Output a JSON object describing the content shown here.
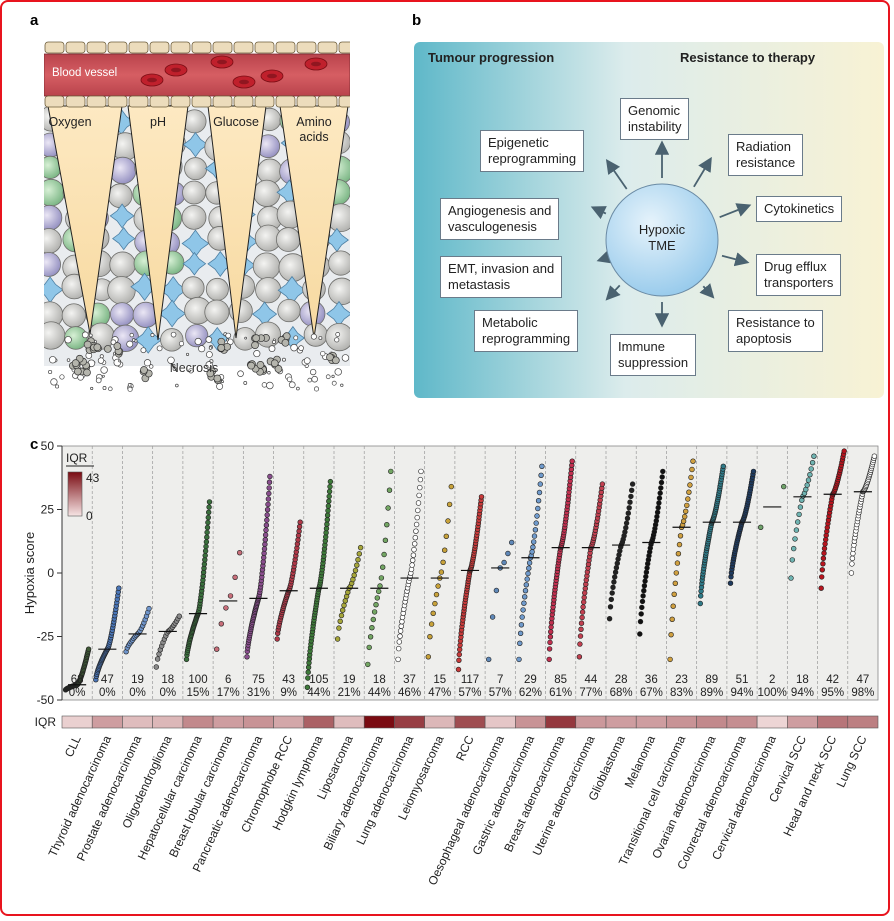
{
  "panels": {
    "a": "a",
    "b": "b",
    "c": "c"
  },
  "panel_a": {
    "vessel_label": "Blood vessel",
    "gradients": [
      "Oxygen",
      "pH",
      "Glucose",
      "Amino\nacids"
    ],
    "necrosis_label": "Necrosis"
  },
  "panel_b": {
    "heading_left": "Tumour progression",
    "heading_right": "Resistance to therapy",
    "center": "Hypoxic\nTME",
    "boxes": [
      "Genomic\ninstability",
      "Epigenetic\nreprogramming",
      "Radiation\nresistance",
      "Angiogenesis and\nvasculogenesis",
      "Cytokinetics",
      "EMT, invasion and\nmetastasis",
      "Drug efflux\ntransporters",
      "Metabolic\nreprogramming",
      "Immune\nsuppression",
      "Resistance to\napoptosis"
    ],
    "colors": {
      "left": "#5fb8c9",
      "right": "#f8f2d4",
      "center": "#8fc6ea"
    }
  },
  "chart_data": {
    "type": "scatter",
    "ylabel": "Hypoxia score",
    "ylim": [
      -50,
      50
    ],
    "yticks": [
      50,
      25,
      0,
      -25,
      -50
    ],
    "iqr_legend": {
      "title": "IQR",
      "max": "43",
      "min": "0",
      "color_low": "#f6e4e4",
      "color_high": "#7a0b12"
    },
    "row_label": "IQR",
    "categories": [
      "CLL",
      "Thyroid adenocarcinoma",
      "Prostate adenocarcinoma",
      "Oligodendroglioma",
      "Hepatocellular carcinoma",
      "Breast lobular carcinoma",
      "Pancreatic adenocarcinoma",
      "Chromophobe RCC",
      "Hodgkin lymphoma",
      "Liposarcoma",
      "Biliary adenocarcinoma",
      "Lung adenocarcinoma",
      "Leiomyosarcoma",
      "RCC",
      "Oesophageal adenocarcinoma",
      "Gastric adenocarcinoma",
      "Breast adenocarcinoma",
      "Uterine adenocarcinoma",
      "Glioblastoma",
      "Melanoma",
      "Transitional cell carcinoma",
      "Ovarian adenocarcinoma",
      "Colorectal adenocarcinoma",
      "Cervical adenocarcinoma",
      "Cervical SCC",
      "Head and neck SCC",
      "Lung SCC"
    ],
    "counts": [
      "68",
      "47",
      "19",
      "18",
      "100",
      "6",
      "75",
      "43",
      "105",
      "19",
      "18",
      "37",
      "15",
      "117",
      "7",
      "29",
      "85",
      "44",
      "28",
      "36",
      "23",
      "89",
      "51",
      "2",
      "18",
      "42",
      "47"
    ],
    "percents": [
      "0%",
      "0%",
      "0%",
      "0%",
      "15%",
      "17%",
      "31%",
      "9%",
      "44%",
      "21%",
      "44%",
      "46%",
      "47%",
      "57%",
      "57%",
      "62%",
      "61%",
      "77%",
      "68%",
      "67%",
      "83%",
      "89%",
      "94%",
      "100%",
      "94%",
      "95%",
      "98%"
    ],
    "medians": [
      -44,
      -30,
      -24,
      -23,
      -16,
      -11,
      -10,
      -7,
      -6,
      -6,
      -6,
      -2,
      -2,
      1,
      2,
      6,
      10,
      10,
      11,
      12,
      18,
      20,
      20,
      26,
      30,
      31,
      32
    ],
    "min": [
      -46,
      -42,
      -31,
      -37,
      -34,
      -30,
      -33,
      -26,
      -45,
      -26,
      -36,
      -34,
      -33,
      -38,
      -34,
      -34,
      -34,
      -33,
      -18,
      -24,
      -34,
      -12,
      -4,
      18,
      -2,
      -6,
      0
    ],
    "max": [
      -30,
      -6,
      -14,
      -17,
      28,
      8,
      38,
      20,
      36,
      10,
      40,
      40,
      34,
      30,
      12,
      42,
      44,
      35,
      35,
      40,
      44,
      42,
      40,
      34,
      46,
      48,
      46
    ],
    "iqr": [
      4,
      14,
      8,
      9,
      18,
      14,
      16,
      12,
      26,
      8,
      43,
      33,
      9,
      30,
      6,
      16,
      34,
      15,
      14,
      14,
      16,
      18,
      17,
      3,
      14,
      22,
      20
    ],
    "dot_colors": [
      "#3f5a36",
      "#4a76b8",
      "#6f95cc",
      "#8a8a8a",
      "#3a6f3d",
      "#c86e7a",
      "#8a4e8e",
      "#b03848",
      "#3e7a3a",
      "#a6a63a",
      "#73a663",
      "#ffffff",
      "#c8a23a",
      "#c83a3a",
      "#5f88b8",
      "#6f9acc",
      "#c23050",
      "#c24050",
      "#222222",
      "#111111",
      "#d0a040",
      "#2f7a88",
      "#1e3a5f",
      "#6fa26a",
      "#6fb4b2",
      "#b8141e",
      "#ffffff"
    ]
  }
}
